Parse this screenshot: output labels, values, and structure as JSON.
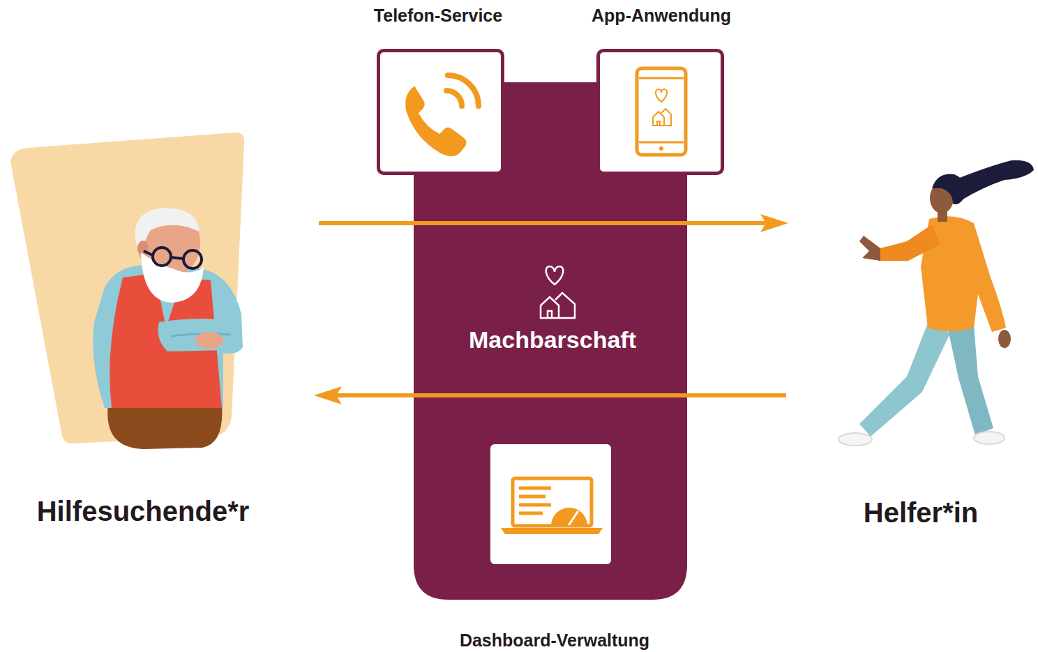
{
  "diagram": {
    "nodes": [
      {
        "text": [
          "Telefon-Service"
        ]
      },
      {
        "text": [
          "App-Anwendung"
        ]
      },
      {
        "text": [
          "Hilfesuchende*r"
        ]
      },
      {
        "text": [
          "Machbarschaft"
        ]
      },
      {
        "text": [
          "Dashboard-Verwaltung"
        ],
        "in": 3
      },
      {
        "text": [
          "Helfer*in"
        ]
      }
    ],
    "edges": [
      {
        "from": 2,
        "to": 5,
        "arrow": "to"
      },
      {
        "from": 5,
        "to": 2,
        "arrow": "to"
      }
    ]
  }
}
